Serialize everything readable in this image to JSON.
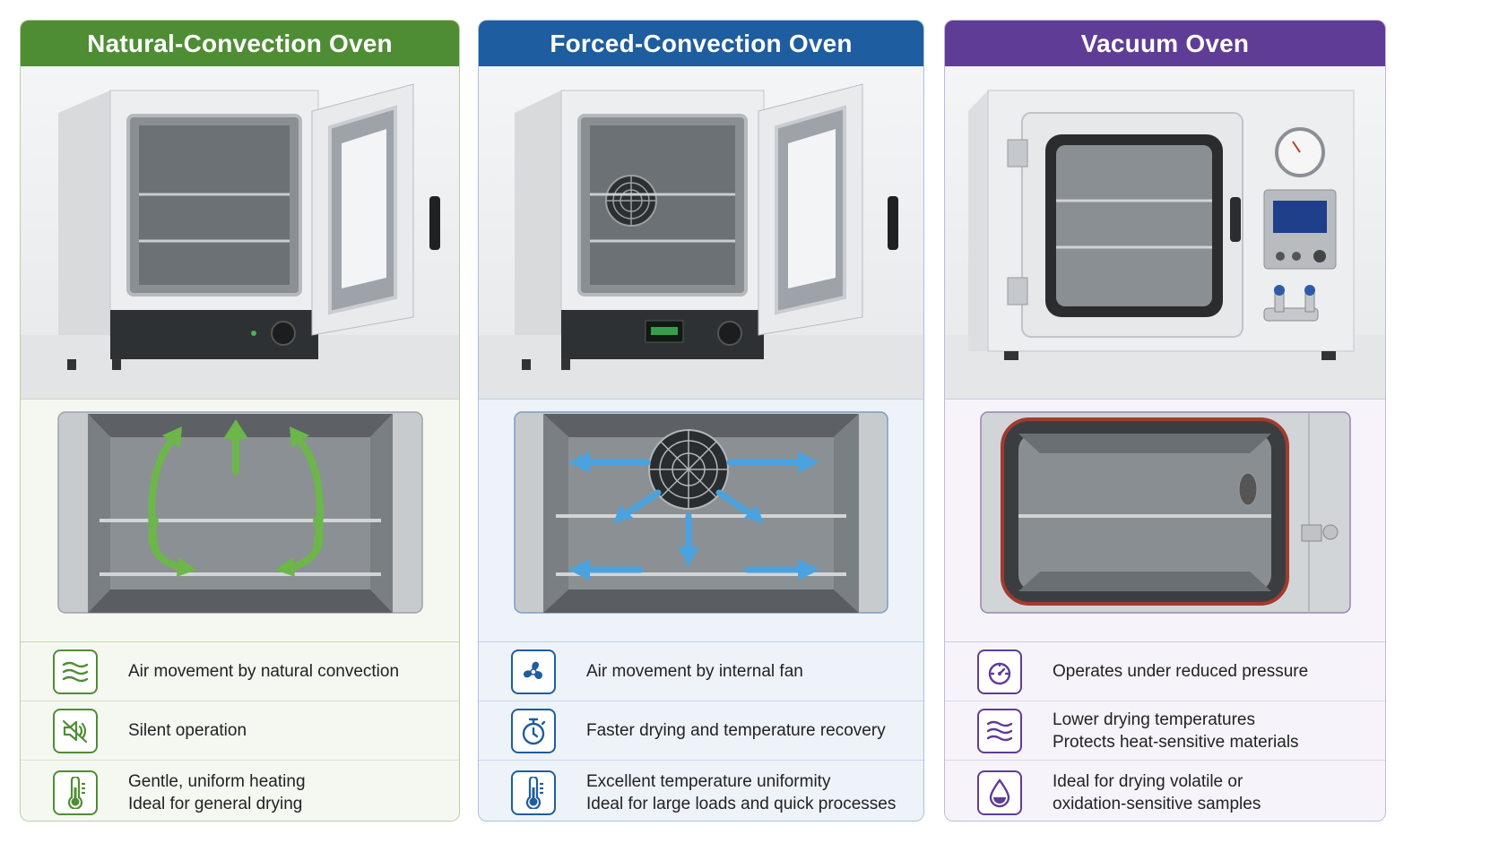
{
  "colors": {
    "natural": "#4f8d34",
    "forced": "#1e5d9f",
    "vacuum": "#5f3c95",
    "natural_bg": "#f5f8f1",
    "forced_bg": "#eef3fa",
    "vacuum_bg": "#f6f4fa",
    "arrow_green": "#6cb64a",
    "arrow_blue": "#4aa3df",
    "seal_red": "#a33a2f"
  },
  "columns": [
    {
      "key": "natural",
      "title": "Natural-Convection Oven",
      "features": [
        {
          "icon": "waves-icon",
          "lines": [
            "Air movement by natural convection"
          ]
        },
        {
          "icon": "speaker-muted-icon",
          "lines": [
            "Silent operation"
          ]
        },
        {
          "icon": "thermometer-icon",
          "lines": [
            "Gentle, uniform heating",
            "Ideal for general drying"
          ]
        }
      ]
    },
    {
      "key": "forced",
      "title": "Forced-Convection Oven",
      "features": [
        {
          "icon": "fan-icon",
          "lines": [
            "Air movement by internal fan"
          ]
        },
        {
          "icon": "stopwatch-icon",
          "lines": [
            "Faster drying and temperature recovery"
          ]
        },
        {
          "icon": "thermometer-icon",
          "lines": [
            "Excellent temperature uniformity",
            "Ideal for large loads and quick processes"
          ]
        }
      ]
    },
    {
      "key": "vacuum",
      "title": "Vacuum Oven",
      "features": [
        {
          "icon": "gauge-icon",
          "lines": [
            "Operates under reduced pressure"
          ]
        },
        {
          "icon": "waves-icon",
          "lines": [
            "Lower drying temperatures",
            "Protects heat-sensitive materials"
          ]
        },
        {
          "icon": "droplet-icon",
          "lines": [
            "Ideal for drying volatile or",
            "oxidation-sensitive samples"
          ]
        }
      ]
    }
  ]
}
